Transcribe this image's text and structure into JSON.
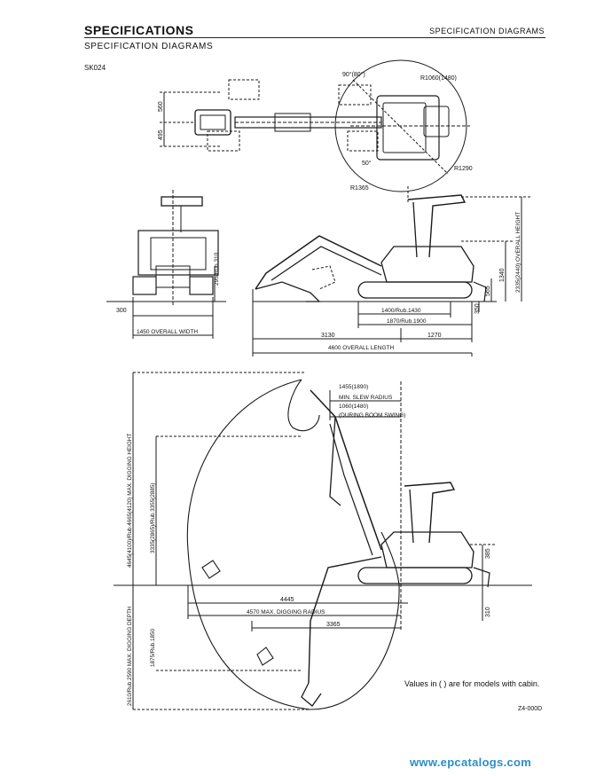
{
  "header": {
    "title": "SPECIFICATIONS",
    "section": "SPECIFICATION DIAGRAMS"
  },
  "page": {
    "subtitle": "SPECIFICATION DIAGRAMS",
    "model": "SK024"
  },
  "top_view": {
    "swing_angle": "90°(80°)",
    "tail_radius": "R1060(1480)",
    "width_560": "560",
    "width_495": "495",
    "angle_50": "50°",
    "front_radius": "R1290",
    "rear_radius": "R1365"
  },
  "front_view": {
    "dim_300": "300",
    "blade_height": "295/Rub.310",
    "overall_width": "1450 OVERALL WIDTH"
  },
  "side_view": {
    "overall_height": "2335(2440) OVERALL HEIGHT",
    "dim_1340": "1340",
    "dim_565": "565",
    "dim_350": "350",
    "track_1400": "1400/Rub.1430",
    "track_1870": "1870/Rub.1900",
    "dim_3130": "3130",
    "dim_1270": "1270",
    "overall_length": "4600 OVERALL LENGTH"
  },
  "working_range": {
    "min_slew": "1455(1890)",
    "min_slew_label": "MIN. SLEW RADIUS",
    "boom_swing": "1060(1480)",
    "boom_swing_label": "(DURING BOOM SWING)",
    "max_dig_height": "4645(4100)/Rub.4665(4120) MAX. DIGGING HEIGHT",
    "dump_height": "3335(2865)/Rub.3355(2885)",
    "dim_385": "385",
    "dim_310": "310",
    "dim_4445": "4445",
    "max_dig_radius": "4570 MAX. DIGGING RADIUS",
    "dim_3365": "3365",
    "max_dig_depth": "2610/Rub.2590 MAX. DIGGING DEPTH",
    "depth_1875": "1875/Rub.1850"
  },
  "footer": {
    "note": "Values in ( ) are for models with cabin.",
    "code": "Z4-000D",
    "watermark": "www.epcatalogs.com"
  }
}
